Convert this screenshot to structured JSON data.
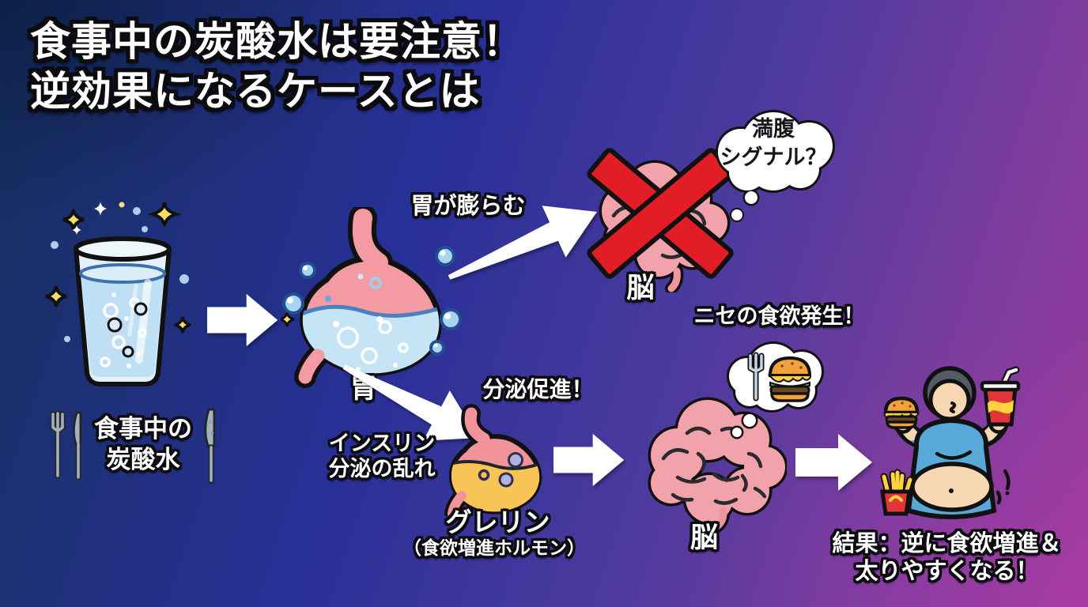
{
  "title": {
    "line1": "食事中の炭酸水は要注意！",
    "line2": "逆効果になるケースとは"
  },
  "water": {
    "label_line1": "食事中の",
    "label_line2": "炭酸水"
  },
  "stomach": {
    "label": "胃",
    "swell_label": "胃が膨らむ"
  },
  "brain_blocked": {
    "label": "脳",
    "thought_line1": "満腹",
    "thought_line2": "シグナル？"
  },
  "insulin": {
    "line1": "インスリン",
    "line2": "分泌の乱れ"
  },
  "ghrelin": {
    "promote_label": "分泌促進！",
    "label": "グレリン",
    "sublabel": "（食欲増進ホルモン）"
  },
  "brain_appetite": {
    "label": "脳",
    "thought_label": "ニセの食欲発生！"
  },
  "result": {
    "line1": "結果：逆に食欲増進＆",
    "line2": "太りやすくなる！"
  },
  "icons": {
    "water_glass": "sparkling-water-glass",
    "cutlery_left": "fork-and-knife",
    "cutlery_right": "knife",
    "stomach_main": "stomach-with-carbonation-bubbles",
    "brain_blocked": "brain-with-red-cross",
    "ghrelin_stomach": "stomach-secreting-hormone",
    "brain": "brain",
    "thought_food": "fork-and-burger-thought",
    "person": "overweight-person-with-burger-and-soda",
    "fries": "french-fries",
    "arrows": "white-flow-arrows"
  },
  "colors": {
    "bg_top_left": "#16305e",
    "bg_bottom_left": "#2b2f96",
    "bg_top_right": "#53389e",
    "bg_bottom_right": "#993a9c",
    "arrow_white": "#ffffff",
    "cross_red": "#e21d25",
    "brain_pink": "#f2a2aa",
    "stomach_pink": "#f49aa2",
    "water_blue": "#bfe0f4",
    "ghrelin_yellow": "#f8c458",
    "bubble_lavender": "#aeb3e0",
    "shirt_blue": "#58a9d8",
    "skin_beige": "#f6d7b2",
    "cup_red": "#e23538",
    "fries_yellow": "#ffd23e",
    "bun_orange": "#f2a13c",
    "outline_black": "#111111",
    "text_white": "#ffffff",
    "thought_text": "#15151a"
  }
}
